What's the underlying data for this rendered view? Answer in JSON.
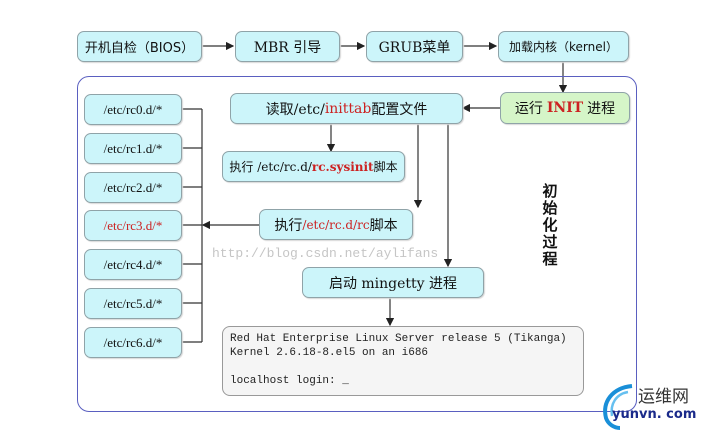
{
  "top_flow": [
    {
      "label": "开机自检（BIOS）"
    },
    {
      "label": "MBR 引导"
    },
    {
      "label": "GRUB菜单"
    },
    {
      "label": "加载内核（kernel）"
    }
  ],
  "init_process": {
    "run_init": {
      "prefix": "运行 ",
      "highlight": "INIT",
      "suffix": " 进程"
    },
    "read_inittab": {
      "prefix": "读取/etc/",
      "highlight": "inittab",
      "suffix": "配置文件"
    },
    "exec_sysinit": {
      "prefix": "执行 /etc/rc.d/",
      "highlight": "rc.sysinit",
      "suffix": " 脚本"
    },
    "exec_rc": {
      "prefix": "执行",
      "highlight": "/etc/rc.d/rc",
      "suffix": "脚本"
    },
    "start_mingetty": {
      "label": "启动 mingetty 进程"
    },
    "side_label": [
      "初",
      "始",
      "化",
      "过",
      "程"
    ]
  },
  "runlevels": [
    {
      "label": "/etc/rc0.d/*",
      "highlighted": false
    },
    {
      "label": "/etc/rc1.d/*",
      "highlighted": false
    },
    {
      "label": "/etc/rc2.d/*",
      "highlighted": false
    },
    {
      "label": "/etc/rc3.d/*",
      "highlighted": true
    },
    {
      "label": "/etc/rc4.d/*",
      "highlighted": false
    },
    {
      "label": "/etc/rc5.d/*",
      "highlighted": false
    },
    {
      "label": "/etc/rc6.d/*",
      "highlighted": false
    }
  ],
  "terminal": {
    "line1": "Red Hat Enterprise Linux Server release 5 (Tikanga)",
    "line2": "Kernel 2.6.18-8.el5 on an i686",
    "line3": "",
    "line4": "localhost login: _"
  },
  "watermark": "http://blog.csdn.net/aylifans",
  "logo": {
    "cn": "运维网",
    "en": "yunvn. com"
  },
  "colors": {
    "box": "#ccf5fa",
    "green_box": "#d5f5c8",
    "highlight": "#cc2222",
    "frame": "#5a5fc0"
  }
}
